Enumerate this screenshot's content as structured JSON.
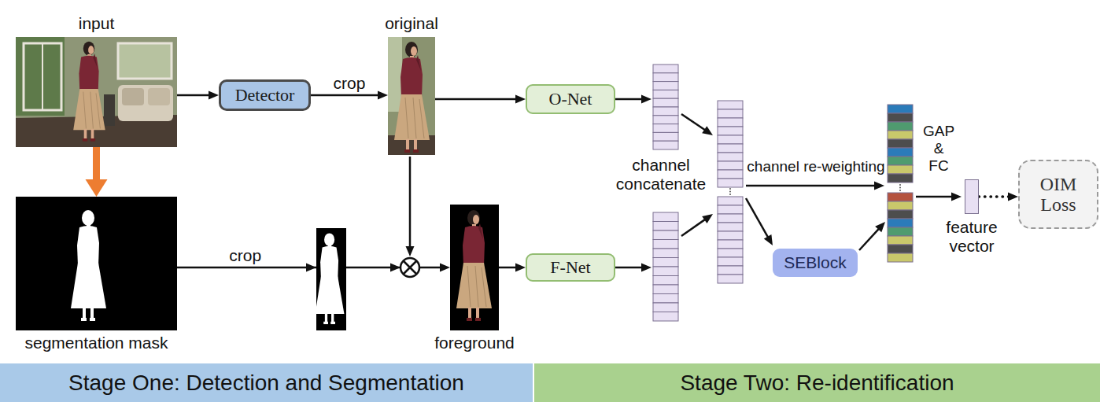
{
  "diagram": {
    "nodes": [
      {
        "text": [
          "input"
        ]
      },
      {
        "text": [
          "Detector"
        ]
      },
      {
        "text": [
          "original"
        ]
      },
      {
        "text": [
          "O-Net"
        ]
      },
      {
        "text": [
          "segmentation mask"
        ]
      },
      {
        "text": [
          "foreground"
        ]
      },
      {
        "text": [
          "F-Net"
        ]
      },
      {
        "text": [
          "SEBlock"
        ]
      },
      {
        "text": [
          "feature vector"
        ]
      },
      {
        "text": [
          "OIM Loss"
        ]
      },
      {
        "text": [
          "Stage One: Detection and Segmentation"
        ]
      },
      {
        "text": [
          "Stage Two: Re-identification"
        ]
      }
    ],
    "edges": [
      {
        "from": 0,
        "to": 1,
        "arrow": "to"
      },
      {
        "from": 1,
        "to": 2,
        "label": "crop",
        "arrow": "to"
      },
      {
        "from": 2,
        "to": 3,
        "arrow": "to"
      },
      {
        "from": 0,
        "to": 4,
        "arrow": "to"
      },
      {
        "from": 4,
        "to": 5,
        "label": "crop",
        "arrow": "to"
      },
      {
        "from": 5,
        "to": 6,
        "arrow": "to"
      },
      {
        "from": 8,
        "to": 9,
        "arrow": "to"
      }
    ],
    "labels": [
      "channel concatenate",
      "channel re-weighting",
      "GAP & FC"
    ]
  }
}
